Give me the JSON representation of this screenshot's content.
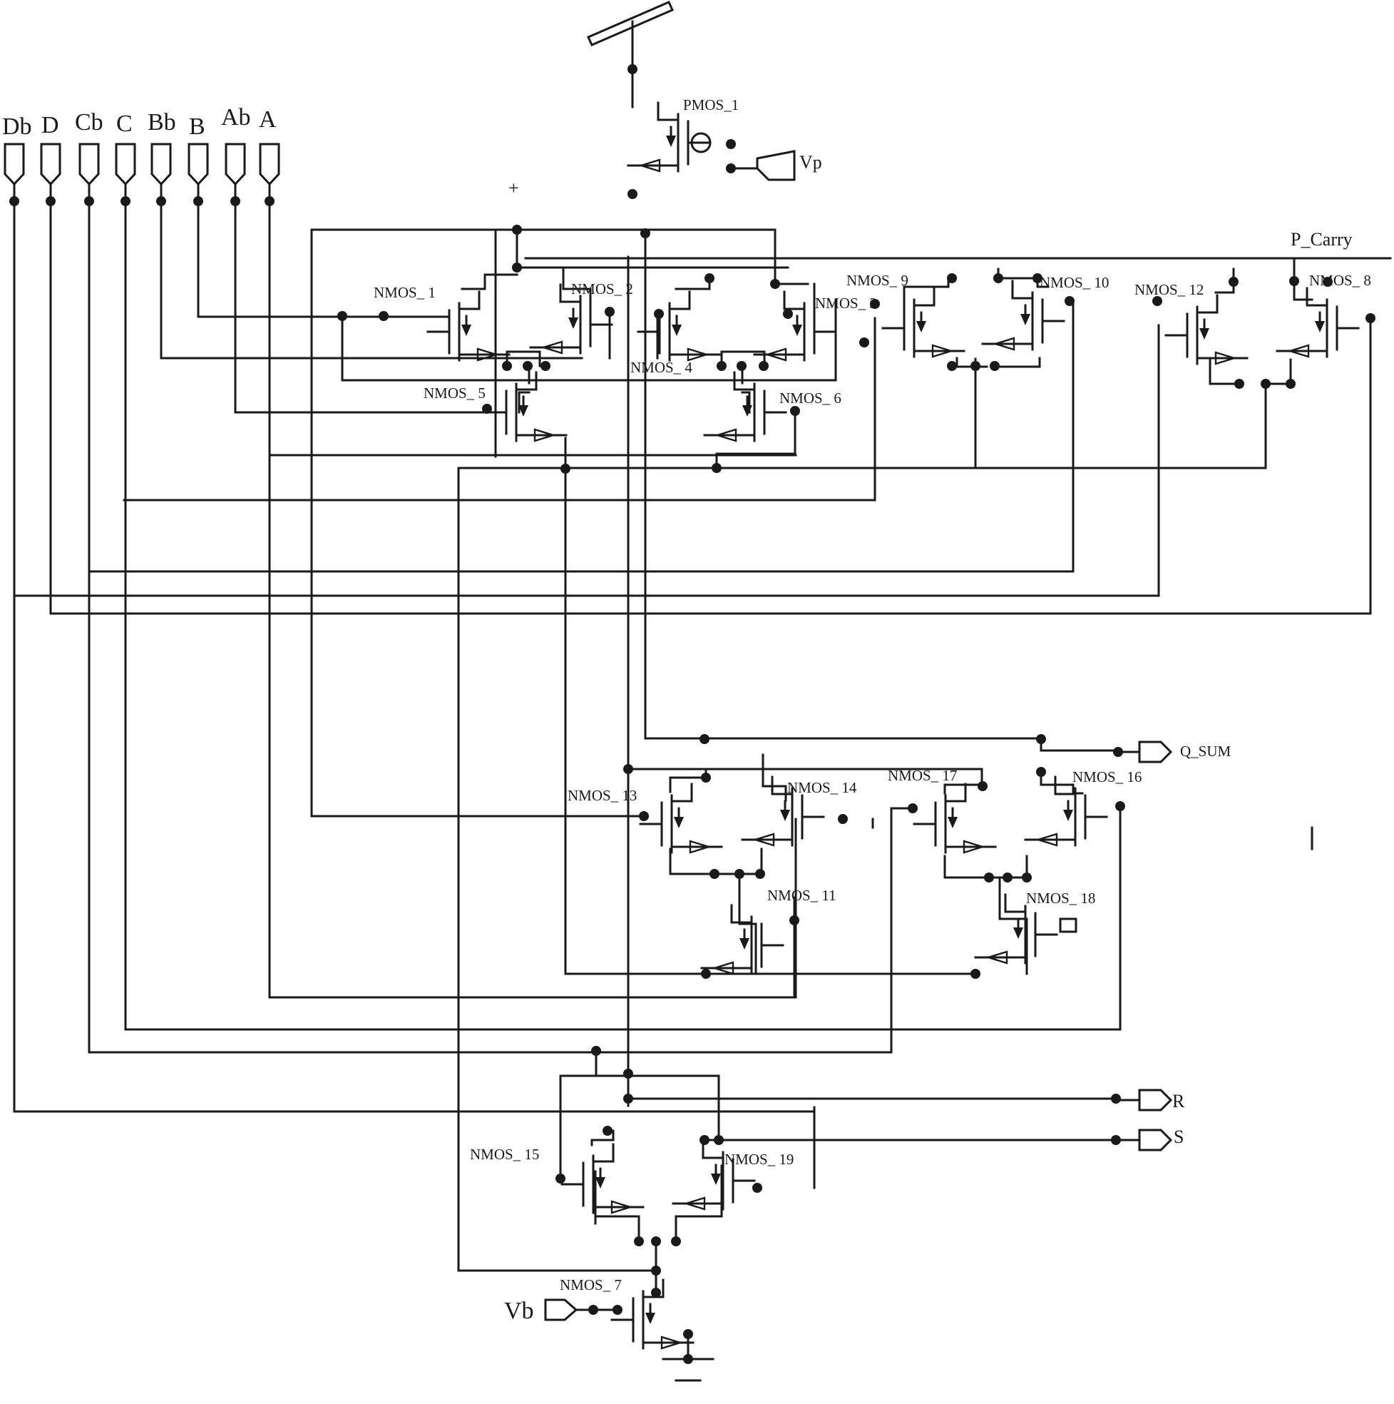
{
  "inputs": [
    {
      "id": "Db",
      "label": "Db"
    },
    {
      "id": "D",
      "label": "D"
    },
    {
      "id": "Cb",
      "label": "Cb"
    },
    {
      "id": "C",
      "label": "C"
    },
    {
      "id": "Bb",
      "label": "Bb"
    },
    {
      "id": "B",
      "label": "B"
    },
    {
      "id": "Ab",
      "label": "Ab"
    },
    {
      "id": "A",
      "label": "A"
    }
  ],
  "ports": {
    "vp": "Vp",
    "vb": "Vb",
    "p_carry": "P_Carry",
    "q_sum": "Q_SUM",
    "r": "R",
    "s": "S"
  },
  "plus_sign": "+",
  "transistors": [
    {
      "id": "pmos1",
      "label": "PMOS_1"
    },
    {
      "id": "nmos1",
      "label": "NMOS_ 1"
    },
    {
      "id": "nmos2",
      "label": "NMOS_ 2"
    },
    {
      "id": "nmos3",
      "label": "NMOS_ 3"
    },
    {
      "id": "nmos4",
      "label": "NMOS_ 4"
    },
    {
      "id": "nmos5",
      "label": "NMOS_ 5"
    },
    {
      "id": "nmos6",
      "label": "NMOS_ 6"
    },
    {
      "id": "nmos7",
      "label": "NMOS_ 7"
    },
    {
      "id": "nmos8",
      "label": "NMOS_ 8"
    },
    {
      "id": "nmos9",
      "label": "NMOS_ 9"
    },
    {
      "id": "nmos10",
      "label": "NMOS_ 10"
    },
    {
      "id": "nmos11",
      "label": "NMOS_ 11"
    },
    {
      "id": "nmos12",
      "label": "NMOS_ 12"
    },
    {
      "id": "nmos13",
      "label": "NMOS_ 13"
    },
    {
      "id": "nmos14",
      "label": "NMOS_ 14"
    },
    {
      "id": "nmos15",
      "label": "NMOS_ 15"
    },
    {
      "id": "nmos16",
      "label": "NMOS_ 16"
    },
    {
      "id": "nmos17",
      "label": "NMOS_ 17"
    },
    {
      "id": "nmos18",
      "label": "NMOS_ 18"
    },
    {
      "id": "nmos19",
      "label": "NMOS_ 19"
    }
  ]
}
